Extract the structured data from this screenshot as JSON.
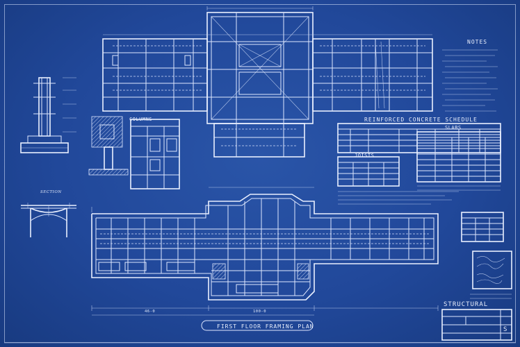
{
  "drawing": {
    "notes_title": "NOTES",
    "columns_title": "COLUMNS",
    "concrete_schedule_title": "REINFORCED CONCRETE SCHEDULE",
    "slabs_title": "SLABS",
    "joists_title": "JOISTS",
    "section_title": "SECTION",
    "plan_title": "FIRST FLOOR FRAMING PLAN",
    "sheet_label": "STRUCTURAL",
    "sheet_number": "S",
    "building_dims": {
      "left": "46-0",
      "center": "100-0"
    }
  },
  "colors": {
    "paper": "#21489a",
    "ink": "#e8eefc"
  }
}
